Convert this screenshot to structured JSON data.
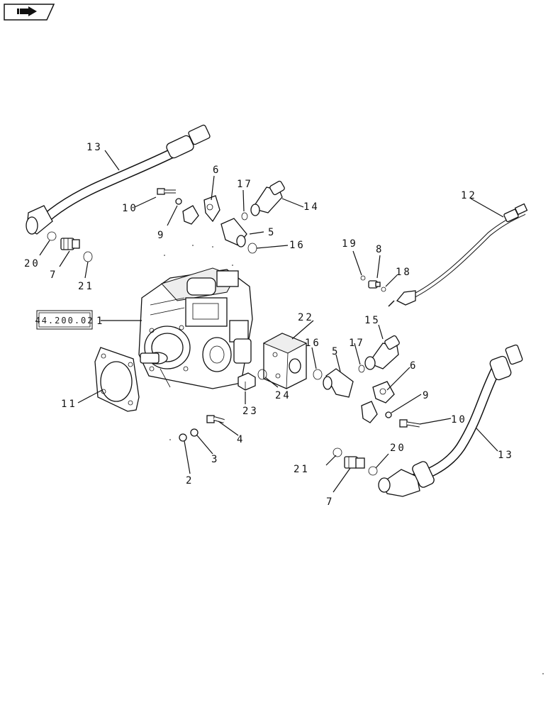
{
  "nav": {
    "icon": "back-arrow-icon"
  },
  "reference": {
    "label": "44.200.02"
  },
  "callouts": {
    "c1": "1",
    "c2": "2",
    "c3": "3",
    "c4": "4",
    "c5a": "5",
    "c5b": "5",
    "c6a": "6",
    "c6b": "6",
    "c7a": "7",
    "c7b": "7",
    "c8": "8",
    "c9a": "9",
    "c9b": "9",
    "c10a": "10",
    "c10b": "10",
    "c11": "11",
    "c12": "12",
    "c13a": "13",
    "c13b": "13",
    "c14": "14",
    "c15": "15",
    "c16a": "16",
    "c16b": "16",
    "c17a": "17",
    "c17b": "17",
    "c18": "18",
    "c19": "19",
    "c20a": "20",
    "c20b": "20",
    "c21a": "21",
    "c21b": "21",
    "c22": "22",
    "c23": "23",
    "c24": "24"
  }
}
